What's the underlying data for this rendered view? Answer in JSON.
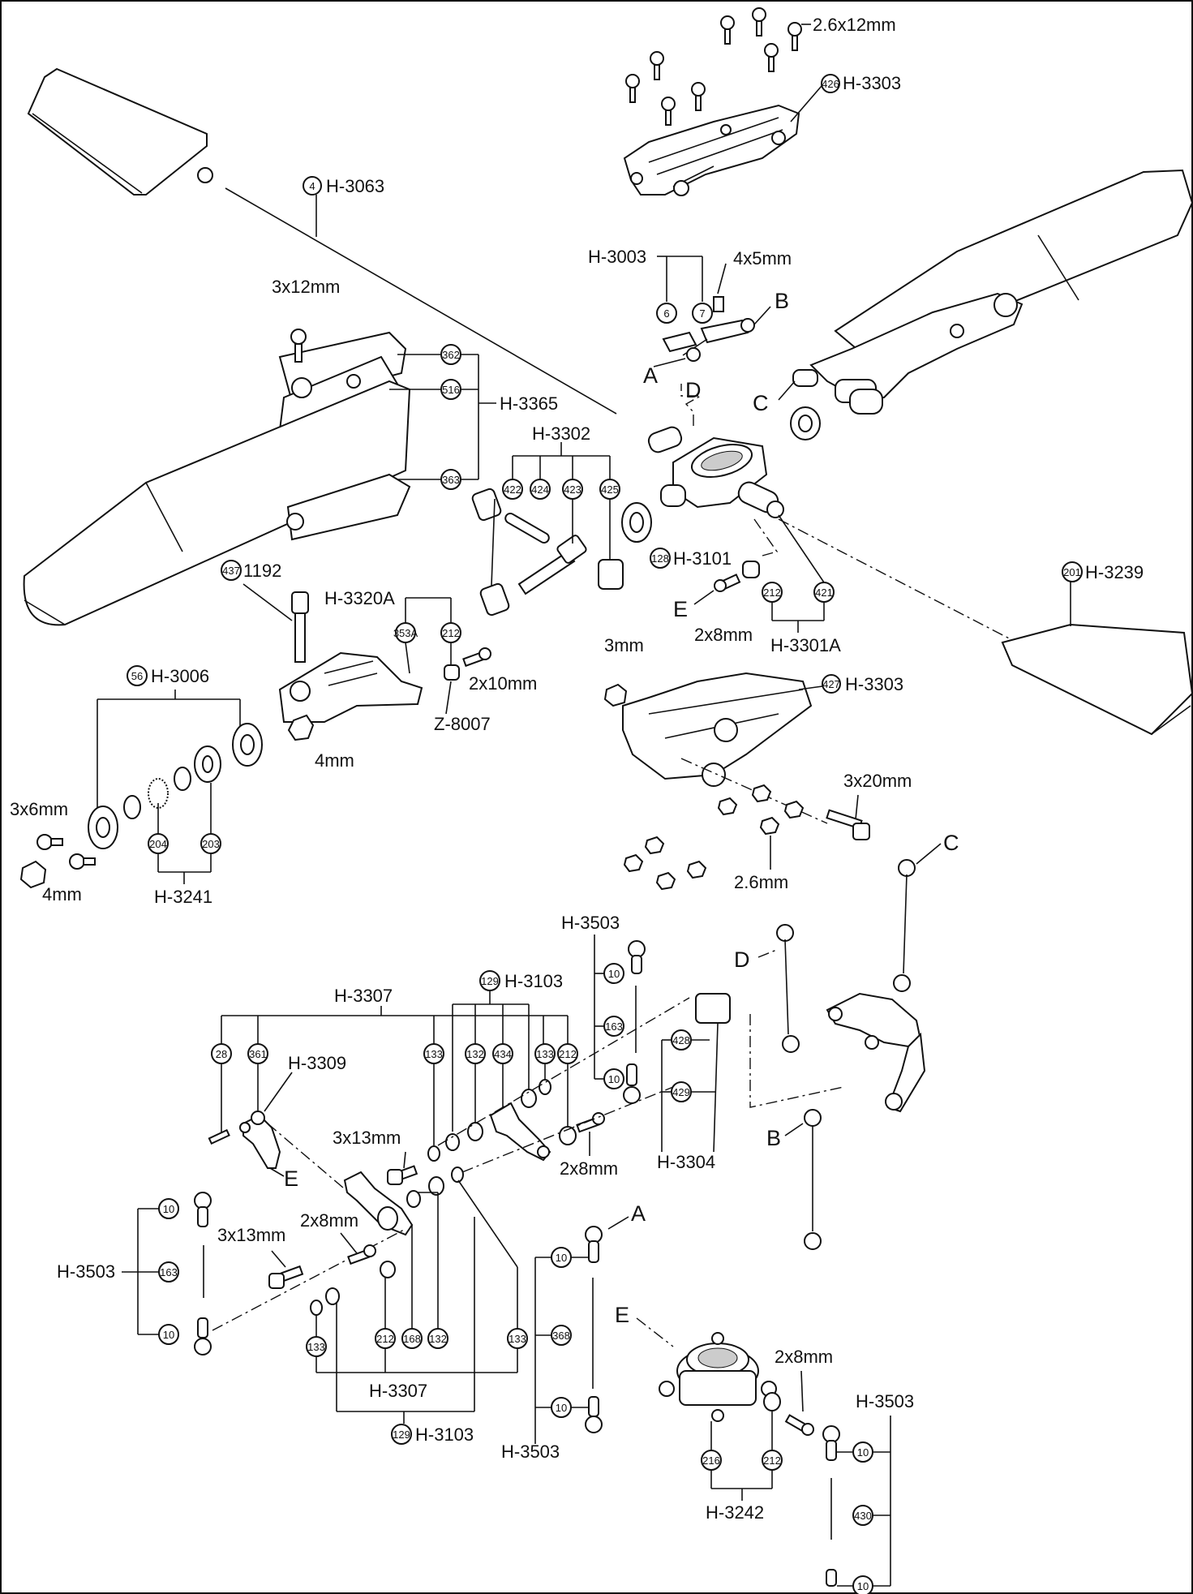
{
  "labels": {
    "screw_top": "2.6x12mm",
    "h3303_top": "H-3303",
    "h3063": "H-3063",
    "h3003": "H-3003",
    "set4x5": "4x5mm",
    "b1": "B",
    "a1": "A",
    "d1": "D",
    "c1": "C",
    "s3x12": "3x12mm",
    "h3365": "H-3365",
    "h3302": "H-3302",
    "h3101": "H-3101",
    "h3239": "H-3239",
    "n1192": "1192",
    "h3320a": "H-3320A",
    "s2x10": "2x10mm",
    "z8007": "Z-8007",
    "n4a": "4mm",
    "h3006": "H-3006",
    "s3x6": "3x6mm",
    "n4b": "4mm",
    "h3241": "H-3241",
    "e1": "E",
    "s2x8a": "2x8mm",
    "h3301a": "H-3301A",
    "n3": "3mm",
    "h3303_bot": "H-3303",
    "s3x20": "3x20mm",
    "n26": "2.6mm",
    "c2": "C",
    "h3503a": "H-3503",
    "d2": "D",
    "h3307a": "H-3307",
    "h3103a": "H-3103",
    "h3309": "H-3309",
    "s3x13a": "3x13mm",
    "s2x8b": "2x8mm",
    "h3304": "H-3304",
    "b2": "B",
    "e2": "E",
    "s3x13b": "3x13mm",
    "s2x8c": "2x8mm",
    "h3503b": "H-3503",
    "h3307b": "H-3307",
    "h3103b": "H-3103",
    "a2": "A",
    "e3": "E",
    "h3503c": "H-3503",
    "s2x8d": "2x8mm",
    "h3503d": "H-3503",
    "h3242": "H-3242"
  },
  "callouts": {
    "c4": "4",
    "c426": "426",
    "c6": "6",
    "c7": "7",
    "c362": "362",
    "c516": "516",
    "c363": "363",
    "c422": "422",
    "c424": "424",
    "c423": "423",
    "c425": "425",
    "c128": "128",
    "c201": "201",
    "c437": "437",
    "c3534": "353A",
    "c212a": "212",
    "c56": "56",
    "c204": "204",
    "c203": "203",
    "c212b": "212",
    "c421": "421",
    "c427": "427",
    "c10a": "10",
    "c163a": "163",
    "c10b": "10",
    "c129a": "129",
    "c28": "28",
    "c361": "361",
    "c133a": "133",
    "c132a": "132",
    "c434": "434",
    "c133b": "133",
    "c212c": "212",
    "c428": "428",
    "c429": "429",
    "c10c": "10",
    "c163b": "163",
    "c10d": "10",
    "c133c": "133",
    "c212d": "212",
    "c168": "168",
    "c132b": "132",
    "c133d": "133",
    "c129b": "129",
    "c10e": "10",
    "c368": "368",
    "c10f": "10",
    "c216": "216",
    "c212e": "212",
    "c10g": "10",
    "c430": "430",
    "c10h": "10"
  }
}
